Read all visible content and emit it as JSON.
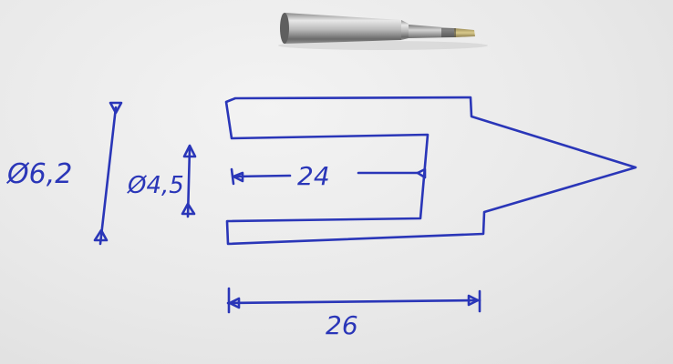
{
  "colors": {
    "ink": "#2a36b8",
    "paper": "#ebebeb",
    "metal_light": "#d9d9d9",
    "metal_dark": "#6f6f6f"
  },
  "photo": {
    "object": "soldering-tip-icon"
  },
  "dimensions": {
    "outer_diameter": "Ø6,2",
    "inner_diameter": "Ø4,5",
    "bore_depth": "24",
    "total_length": "26"
  }
}
